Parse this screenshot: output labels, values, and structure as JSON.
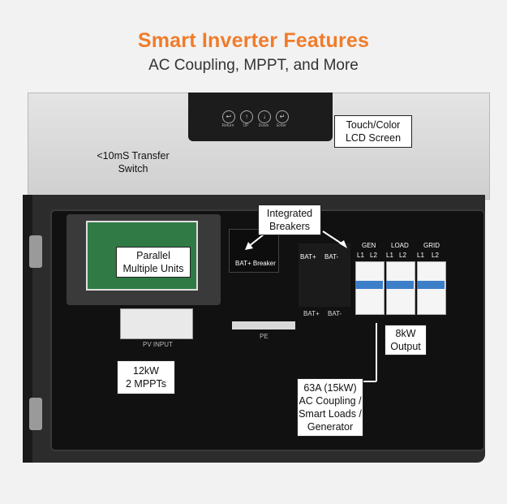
{
  "header": {
    "title": "Smart Inverter Features",
    "subtitle": "AC Coupling, MPPT, and More"
  },
  "lcd": {
    "buttons": [
      "Return",
      "UP",
      "Down",
      "Enter"
    ]
  },
  "panel_labels": {
    "bat_plus": "BAT+",
    "bat_minus": "BAT-",
    "gen": "GEN",
    "load": "LOAD",
    "grid": "GRID",
    "l1": "L1",
    "l2": "L2",
    "bat_breaker": "BAT+ Breaker",
    "pv_input": "PV INPUT",
    "pe": "PE"
  },
  "callouts": {
    "touch_lcd": [
      "Touch/Color",
      "LCD Screen"
    ],
    "transfer_switch": [
      "<10mS Transfer",
      "Switch"
    ],
    "breakers": [
      "Integrated",
      "Breakers"
    ],
    "parallel": [
      "Parallel",
      "Multiple Units"
    ],
    "mppt": [
      "12kW",
      "2 MPPTs"
    ],
    "output": [
      "8kW",
      "Output"
    ],
    "ac_coupling": [
      "63A (15kW)",
      "AC Coupling /",
      "Smart Loads /",
      "Generator"
    ]
  },
  "colors": {
    "title": "#f07c2a",
    "background": "#f2f2f2",
    "housing": "#2c2c2c"
  }
}
